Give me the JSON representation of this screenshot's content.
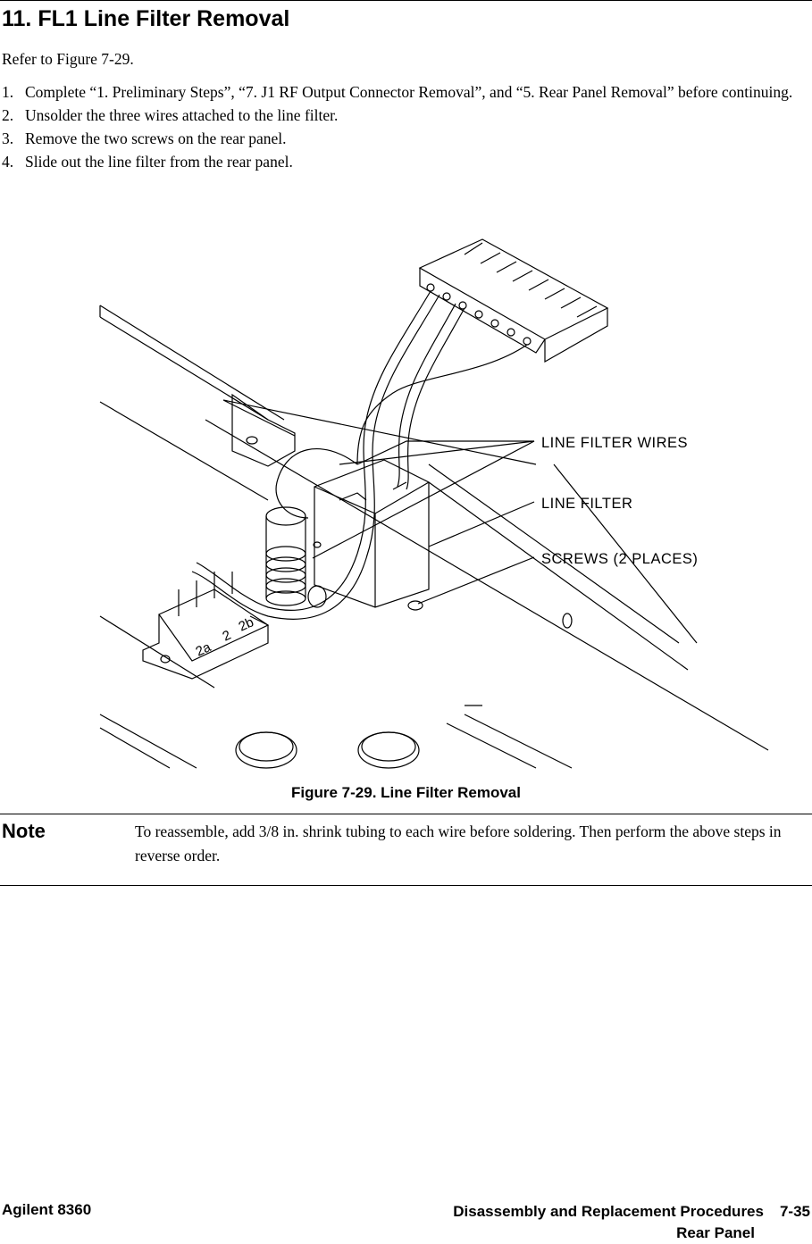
{
  "section": {
    "title": "11. FL1 Line Filter Removal"
  },
  "intro": "Refer to Figure 7-29.",
  "steps": [
    {
      "num": "1.",
      "text": "Complete “1. Preliminary Steps”, “7. J1 RF Output Connector Removal”, and “5. Rear Panel Removal” before continuing."
    },
    {
      "num": "2.",
      "text": "Unsolder the three wires attached to the line filter."
    },
    {
      "num": "3.",
      "text": "Remove the two screws on the rear panel."
    },
    {
      "num": "4.",
      "text": "Slide out the line filter from the rear panel."
    }
  ],
  "figure": {
    "caption": "Figure 7-29. Line Filter Removal",
    "callouts": {
      "wires": "LINE  FILTER  WIRES",
      "filter": "LINE  FILTER",
      "screws": "SCREWS  (2  PLACES)"
    },
    "terminal_labels": {
      "a": "2a",
      "mid": "2",
      "b": "2b"
    }
  },
  "note": {
    "label": "Note",
    "text": "To reassemble, add 3/8 in. shrink tubing to each wire before soldering. Then perform the above steps in reverse order."
  },
  "footer": {
    "left": "Agilent 8360",
    "right_title": "Disassembly and Replacement Procedures",
    "page": "7-35",
    "subsection": "Rear Panel"
  }
}
